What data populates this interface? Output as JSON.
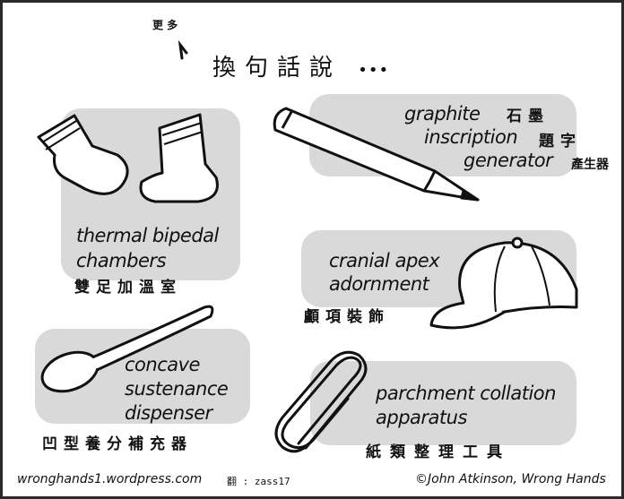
{
  "header": {
    "more": "更 多",
    "title": "換句話說",
    "ellipsis": "•••"
  },
  "panels": {
    "socks": {
      "lines": [
        "thermal bipedal",
        "chambers"
      ],
      "translation": "雙足加溫室"
    },
    "pencil": {
      "lines": [
        {
          "en": "graphite",
          "zh": "石墨"
        },
        {
          "en": "inscription",
          "zh": "題字"
        },
        {
          "en": "generator",
          "zh": "產生器"
        }
      ]
    },
    "cap": {
      "lines": [
        "cranial apex",
        "adornment"
      ],
      "translation": "顱項裝飾"
    },
    "spoon": {
      "lines": [
        "concave",
        "sustenance",
        "dispenser"
      ],
      "translation": "凹型養分補充器"
    },
    "paperclip": {
      "lines": [
        "parchment collation",
        "apparatus"
      ],
      "translation": "紙類整理工具"
    }
  },
  "footer": {
    "site": "wronghands1.wordpress.com",
    "translator": "翻 : zass17",
    "copyright": "©John Atkinson, Wrong Hands"
  }
}
